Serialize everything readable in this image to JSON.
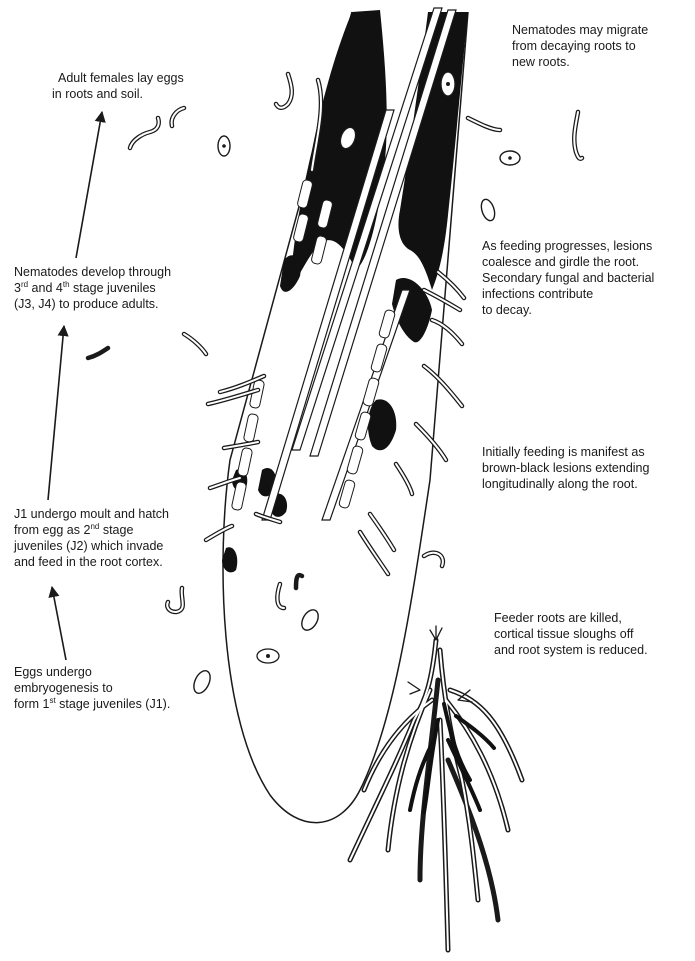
{
  "diagram": {
    "labels": {
      "adult_females": {
        "line1": "Adult females lay eggs",
        "line2": "in roots and soil."
      },
      "develop": {
        "line1_a": "Nematodes develop through",
        "line2_a": "3",
        "sup1": "rd",
        "line2_b": " and 4",
        "sup2": "th",
        "line2_c": " stage juveniles",
        "line3": "(J3, J4) to produce adults."
      },
      "hatch": {
        "line1": "J1 undergo moult and hatch",
        "line2_a": "from egg as 2",
        "sup": "nd",
        "line2_b": " stage",
        "line3": "juveniles (J2) which invade",
        "line4": "and feed in the root cortex."
      },
      "eggs": {
        "line1": "Eggs undergo",
        "line2": "embryogenesis to",
        "line3_a": "form 1",
        "sup": "st",
        "line3_b": " stage juveniles (J1)."
      },
      "migrate": {
        "line1": "Nematodes may migrate",
        "line2": "from decaying roots to",
        "line3": "new roots."
      },
      "progress": {
        "line1": "As feeding progresses, lesions",
        "line2": "coalesce and girdle the root.",
        "line3": "Secondary fungal and bacterial",
        "line4": "infections contribute",
        "line5": "to decay."
      },
      "initial": {
        "line1": "Initially feeding is manifest as",
        "line2": "brown-black lesions extending",
        "line3": "longitudinally along the root."
      },
      "feeder": {
        "line1": "Feeder roots are killed,",
        "line2": "cortical tissue sloughs off",
        "line3": "and root system is reduced."
      }
    },
    "colors": {
      "ink": "#1a1a1a",
      "lesion": "#111111",
      "paper": "#ffffff"
    }
  }
}
